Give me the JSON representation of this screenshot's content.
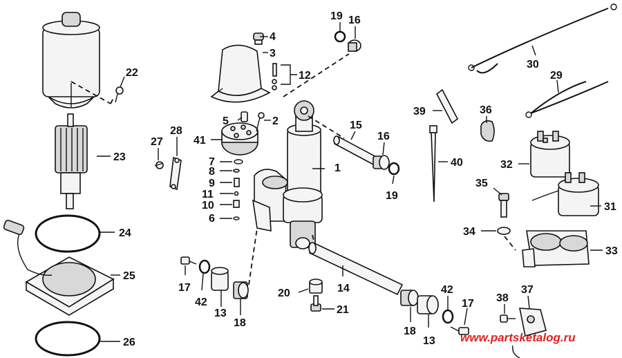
{
  "labels": {
    "l1": "1",
    "l2": "2",
    "l3": "3",
    "l4": "4",
    "l5": "5",
    "l6": "6",
    "l7": "7",
    "l8": "8",
    "l9": "9",
    "l10": "10",
    "l11": "11",
    "l12": "12",
    "l13a": "13",
    "l13b": "13",
    "l14": "14",
    "l15": "15",
    "l16a": "16",
    "l16b": "16",
    "l17a": "17",
    "l17b": "17",
    "l18a": "18",
    "l18b": "18",
    "l19a": "19",
    "l19b": "19",
    "l20": "20",
    "l21": "21",
    "l22": "22",
    "l23": "23",
    "l24": "24",
    "l25": "25",
    "l26": "26",
    "l27": "27",
    "l28": "28",
    "l29": "29",
    "l30": "30",
    "l31": "31",
    "l32": "32",
    "l33": "33",
    "l34": "34",
    "l35": "35",
    "l36": "36",
    "l37": "37",
    "l38": "38",
    "l39": "39",
    "l40": "40",
    "l41": "41",
    "l42a": "42",
    "l42b": "42"
  },
  "watermark": "www.partsketalog.ru"
}
